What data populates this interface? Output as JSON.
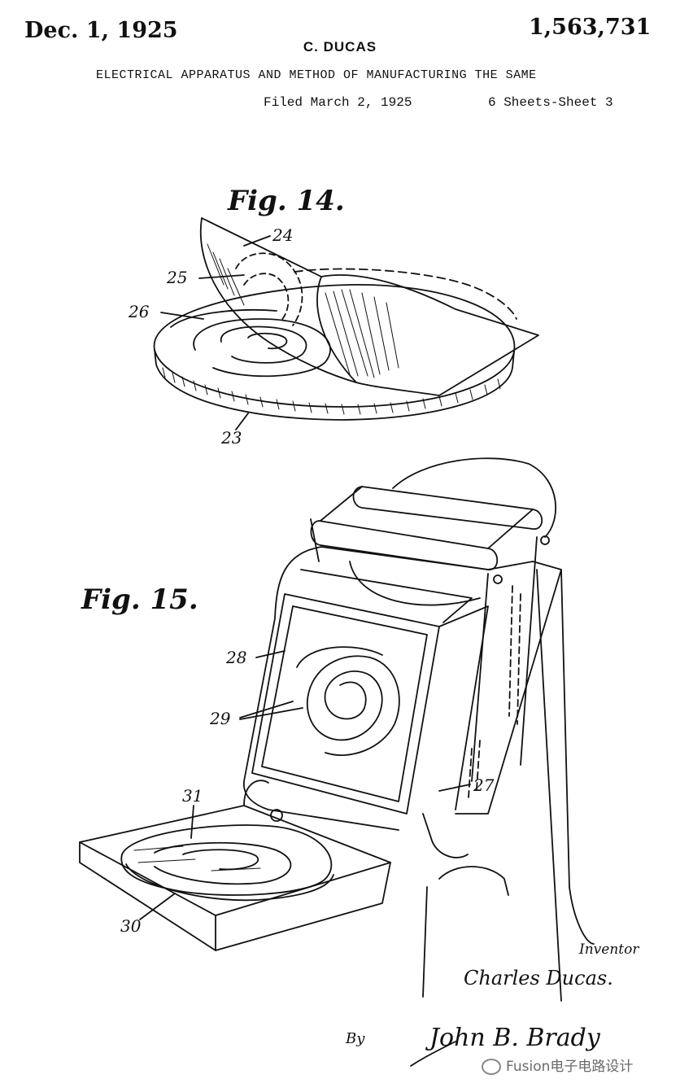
{
  "header": {
    "date": "Dec. 1, 1925",
    "patent_number": "1,563,731",
    "inventor_name": "C. DUCAS",
    "title": "ELECTRICAL APPARATUS AND METHOD OF MANUFACTURING THE SAME",
    "filed": "Filed March 2, 1925",
    "sheets": "6 Sheets-Sheet 3"
  },
  "figures": {
    "fig14": {
      "label": "Fig. 14.",
      "refs": {
        "r24": "24",
        "r25": "25",
        "r26": "26",
        "r23": "23"
      }
    },
    "fig15": {
      "label": "Fig. 15.",
      "refs": {
        "r28": "28",
        "r29": "29",
        "r27": "27",
        "r31": "31",
        "r30": "30"
      }
    }
  },
  "signatures": {
    "inventor_caption": "Inventor",
    "inventor_signature": "Charles Ducas.",
    "by": "By",
    "attorney_signature": "John B. Brady"
  },
  "watermark": {
    "text": "Fusion电子电路设计",
    "icon": "wechat-icon"
  }
}
